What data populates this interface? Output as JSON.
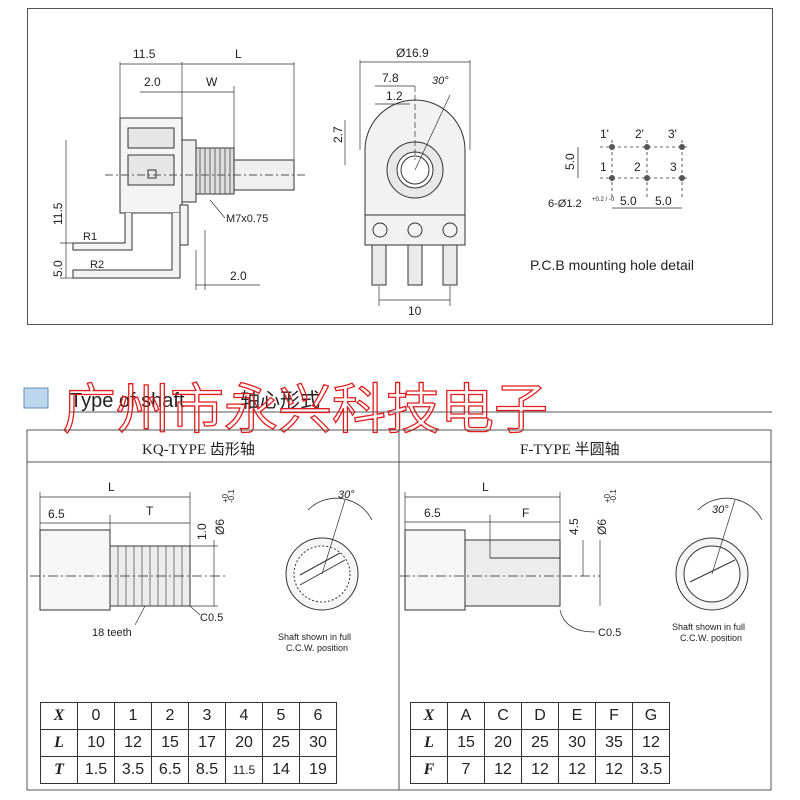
{
  "top_drawing": {
    "dims": {
      "d115_top": "11.5",
      "dL_top": "L",
      "d20": "2.0",
      "dW": "W",
      "d115_side": "11.5",
      "dR1": "R1",
      "d50_side": "5.0",
      "dR2": "R2",
      "dM7": "M7x0.75",
      "d20_bottom": "2.0",
      "d169": "Ø16.9",
      "d78": "7.8",
      "d12": "1.2",
      "d30": "30°",
      "d27": "2.7",
      "d10": "10",
      "pcb_h1": "1'",
      "pcb_h2": "2'",
      "pcb_h3": "3'",
      "pcb_l1": "1",
      "pcb_l2": "2",
      "pcb_l3": "3",
      "pcb_50v": "5.0",
      "pcb_holes": "6-Ø1.2",
      "pcb_tol": "+0.2 / -0",
      "pcb_50a": "5.0",
      "pcb_50b": "5.0"
    },
    "pcb_caption": "P.C.B mounting hole detail"
  },
  "section": {
    "title": "Type of shaft",
    "title_cn": "轴心形式",
    "watermark": "广州市永兴科技电子"
  },
  "kq": {
    "title": "KQ-TYPE 齿形轴",
    "dims": {
      "L": "L",
      "d65": "6.5",
      "T": "T",
      "d10": "1.0",
      "d6": "Ø6",
      "tol": "-0.1",
      "tol0": "+0",
      "c05": "C0.5",
      "teeth": "18 teeth",
      "deg": "30°"
    },
    "note": [
      "Shaft shown in full",
      "C.C.W. position"
    ],
    "table": {
      "rows": [
        [
          "X",
          "0",
          "1",
          "2",
          "3",
          "4",
          "5",
          "6"
        ],
        [
          "L",
          "10",
          "12",
          "15",
          "17",
          "20",
          "25",
          "30"
        ],
        [
          "T",
          "1.5",
          "3.5",
          "6.5",
          "8.5",
          "11.5",
          "14",
          "19"
        ]
      ]
    }
  },
  "f": {
    "title": "F-TYPE 半圆轴",
    "dims": {
      "L": "L",
      "d65": "6.5",
      "F": "F",
      "d45": "4.5",
      "d6": "Ø6",
      "tol": "-0.1",
      "tol0": "+0",
      "c05": "C0.5",
      "deg": "30°"
    },
    "note": [
      "Shaft shown in full",
      "C.C.W. position"
    ],
    "table": {
      "rows": [
        [
          "X",
          "A",
          "C",
          "D",
          "E",
          "F",
          "G"
        ],
        [
          "L",
          "15",
          "20",
          "25",
          "30",
          "35",
          "12"
        ],
        [
          "F",
          "7",
          "12",
          "12",
          "12",
          "12",
          "3.5"
        ]
      ]
    }
  }
}
